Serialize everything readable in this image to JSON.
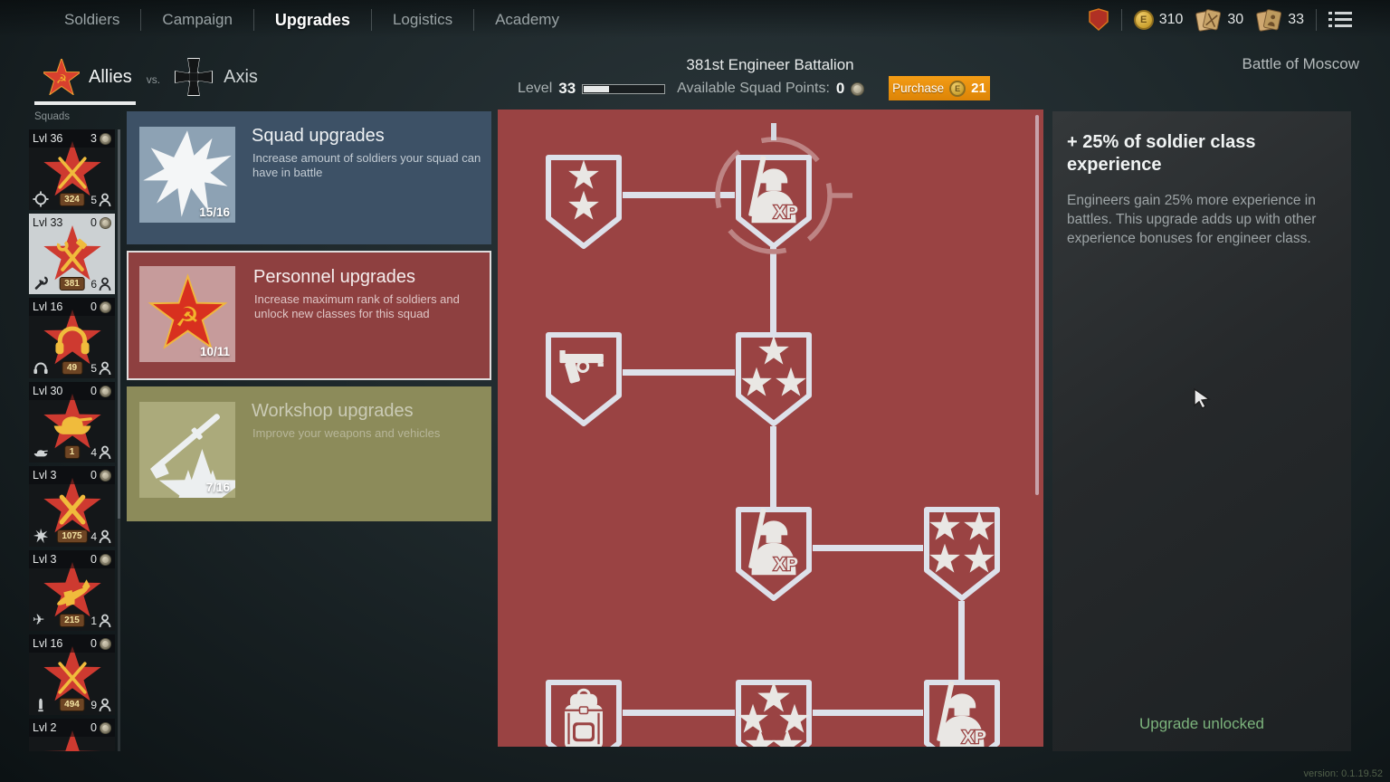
{
  "nav": {
    "items": [
      {
        "label": "Soldiers"
      },
      {
        "label": "Campaign"
      },
      {
        "label": "Upgrades"
      },
      {
        "label": "Logistics"
      },
      {
        "label": "Academy"
      }
    ],
    "active": "Upgrades",
    "currency_gold": "310",
    "currency_weapon_orders": "30",
    "currency_soldier_orders": "33"
  },
  "header": {
    "allies": "Allies",
    "vs": "vs.",
    "axis": "Axis",
    "battalion": "381st Engineer Battalion",
    "level_label": "Level",
    "level_value": "33",
    "level_progress_pct": 32,
    "points_label": "Available Squad Points:",
    "points_value": "0",
    "purchase_label": "Purchase",
    "purchase_cost": "21",
    "campaign": "Battle of Moscow"
  },
  "squads": {
    "title": "Squads",
    "items": [
      {
        "level": "Lvl 36",
        "orders": "3",
        "badge": "324",
        "members": "5",
        "class": "assaulters"
      },
      {
        "level": "Lvl 33",
        "orders": "0",
        "badge": "381",
        "members": "6",
        "class": "engineers",
        "selected": true
      },
      {
        "level": "Lvl 16",
        "orders": "0",
        "badge": "49",
        "members": "5",
        "class": "radio-operators"
      },
      {
        "level": "Lvl 30",
        "orders": "0",
        "badge": "1",
        "members": "4",
        "class": "tankers"
      },
      {
        "level": "Lvl 3",
        "orders": "0",
        "badge": "1075",
        "members": "4",
        "class": "artillery"
      },
      {
        "level": "Lvl 3",
        "orders": "0",
        "badge": "215",
        "members": "1",
        "class": "pilots"
      },
      {
        "level": "Lvl 16",
        "orders": "0",
        "badge": "494",
        "members": "9",
        "class": "riflemen"
      },
      {
        "level": "Lvl 2",
        "orders": "0",
        "class": "partial"
      }
    ]
  },
  "categories": [
    {
      "title": "Squad upgrades",
      "desc": "Increase amount of soldiers your squad can have in battle",
      "progress": "15/16"
    },
    {
      "title": "Personnel upgrades",
      "desc": "Increase maximum rank of soldiers and unlock new classes for this squad",
      "progress": "10/11"
    },
    {
      "title": "Workshop upgrades",
      "desc": "Improve your weapons and vehicles",
      "progress": "7/16"
    }
  ],
  "tree": {
    "xp_label": "XP",
    "nodes": [
      "two-star-rank",
      "class-xp-selected",
      "pistol-unlock",
      "three-star-rank",
      "class-xp",
      "four-star-rank",
      "backpack-unlock",
      "five-star-rank",
      "class-xp-bottom"
    ]
  },
  "detail": {
    "title": "+ 25% of soldier class experience",
    "body": "Engineers gain 25% more experience in battles. This upgrade adds up with other experience bonuses for engineer class.",
    "status": "Upgrade unlocked"
  },
  "icons": {
    "hammer_sickle": "☭",
    "plane": "✈",
    "gold_coin_letter": "E"
  },
  "version": "version: 0.1.19.52",
  "colors": {
    "accent_orange": "#e8920e",
    "tree_red": "#9a4343",
    "allies_red": "#ce3a30",
    "class_yellow": "#f0bb3c",
    "unlocked_green": "#7cb37c"
  }
}
